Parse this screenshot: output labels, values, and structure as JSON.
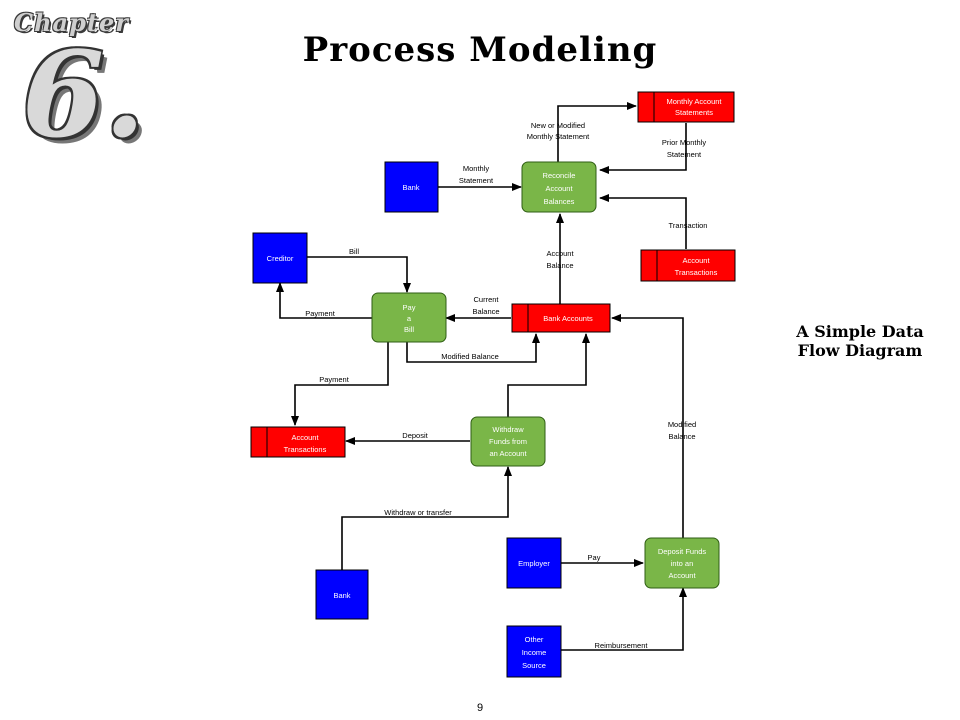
{
  "header": {
    "chapter_word": "Chapter",
    "chapter_number": "6.",
    "title": "Process Modeling",
    "caption_line1": "A Simple Data",
    "caption_line2": "Flow Diagram",
    "page_number": "9"
  },
  "colors": {
    "external_entity": "#0000ff",
    "data_store": "#ff0000",
    "process": "#7ab648"
  },
  "external_entities": {
    "bank_top": [
      "Bank"
    ],
    "creditor": [
      "Creditor"
    ],
    "bank_bottom": [
      "Bank"
    ],
    "employer": [
      "Employer"
    ],
    "other_income": [
      "Other",
      "Income",
      "Source"
    ]
  },
  "processes": {
    "reconcile": [
      "Reconcile",
      "Account",
      "Balances"
    ],
    "pay_bill": [
      "Pay",
      "a",
      "Bill"
    ],
    "withdraw": [
      "Withdraw",
      "Funds from",
      "an Account"
    ],
    "deposit": [
      "Deposit Funds",
      "into an",
      "Account"
    ]
  },
  "data_stores": {
    "monthly_statements": [
      "Monthly Account",
      "Statements"
    ],
    "account_transactions_right": [
      "Account",
      "Transactions"
    ],
    "bank_accounts": [
      "Bank Accounts"
    ],
    "account_transactions_left": [
      "Account",
      "Transactions"
    ]
  },
  "flows": {
    "new_modified_statement": [
      "New or Modified",
      "Monthly Statement"
    ],
    "prior_monthly_statement": [
      "Prior Monthly",
      "Statement"
    ],
    "monthly_statement": [
      "Monthly",
      "Statement"
    ],
    "transaction": [
      "Transaction"
    ],
    "account_balance": [
      "Account",
      "Balance"
    ],
    "bill": [
      "Bill"
    ],
    "payment_to_creditor": [
      "Payment"
    ],
    "current_balance": [
      "Current",
      "Balance"
    ],
    "modified_balance_pay": [
      "Modified Balance"
    ],
    "payment_to_transactions": [
      "Payment"
    ],
    "deposit_flow": [
      "Deposit"
    ],
    "withdraw_or_transfer": [
      "Withdraw or transfer"
    ],
    "modified_balance_deposit": [
      "Modified",
      "Balance"
    ],
    "pay": [
      "Pay"
    ],
    "reimbursement": [
      "Reimbursement"
    ]
  }
}
